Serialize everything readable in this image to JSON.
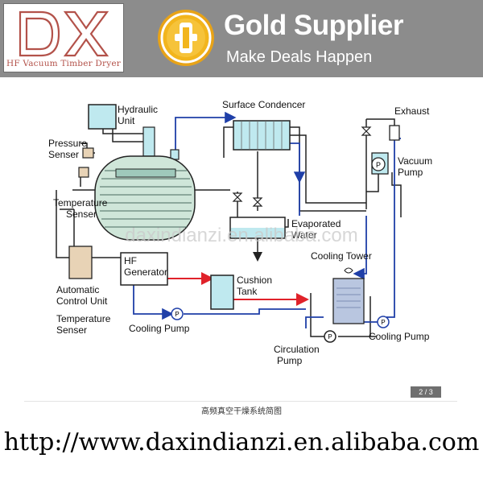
{
  "header": {
    "logo_text": "DX",
    "logo_subtitle": "HF Vacuum Timber Dryer",
    "badge_title": "Gold Supplier",
    "badge_tagline": "Make Deals Happen"
  },
  "diagram": {
    "labels": {
      "hydraulic": [
        "Hydraulic",
        "Unit"
      ],
      "pressure": [
        "Pressure",
        "Senser"
      ],
      "temperature_top": [
        "Temperature",
        "Senser"
      ],
      "surface_condencer": "Surface Condencer",
      "exhaust": "Exhaust",
      "vacuum_pump": [
        "Vacuum",
        "Pump"
      ],
      "evaporated": [
        "Evaporated",
        "Water"
      ],
      "cooling_tower": "Cooling Tower",
      "hf_generator": [
        "HF",
        "Generator"
      ],
      "cushion_tank": [
        "Cushion",
        "Tank"
      ],
      "auto_control": [
        "Automatic",
        "Control Unit"
      ],
      "temperature_bottom": [
        "Temperature",
        "Senser"
      ],
      "cooling_pump_left": "Cooling Pump",
      "cooling_pump_right": "Cooling Pump",
      "circulation_pump": [
        "Circulation",
        "Pump"
      ],
      "pump_symbol": "P"
    },
    "watermark": "daxindianzi.en.alibaba.com",
    "page_indicator": "2 / 3",
    "colors": {
      "blue": "#1f3fa8",
      "red": "#e0222a",
      "tank": "#cfe3e6",
      "cyan_box": "#bfe9ef"
    }
  },
  "caption": "高频真空干燥系统简图",
  "footer_url": "http://www.daxindianzi.en.alibaba.com"
}
